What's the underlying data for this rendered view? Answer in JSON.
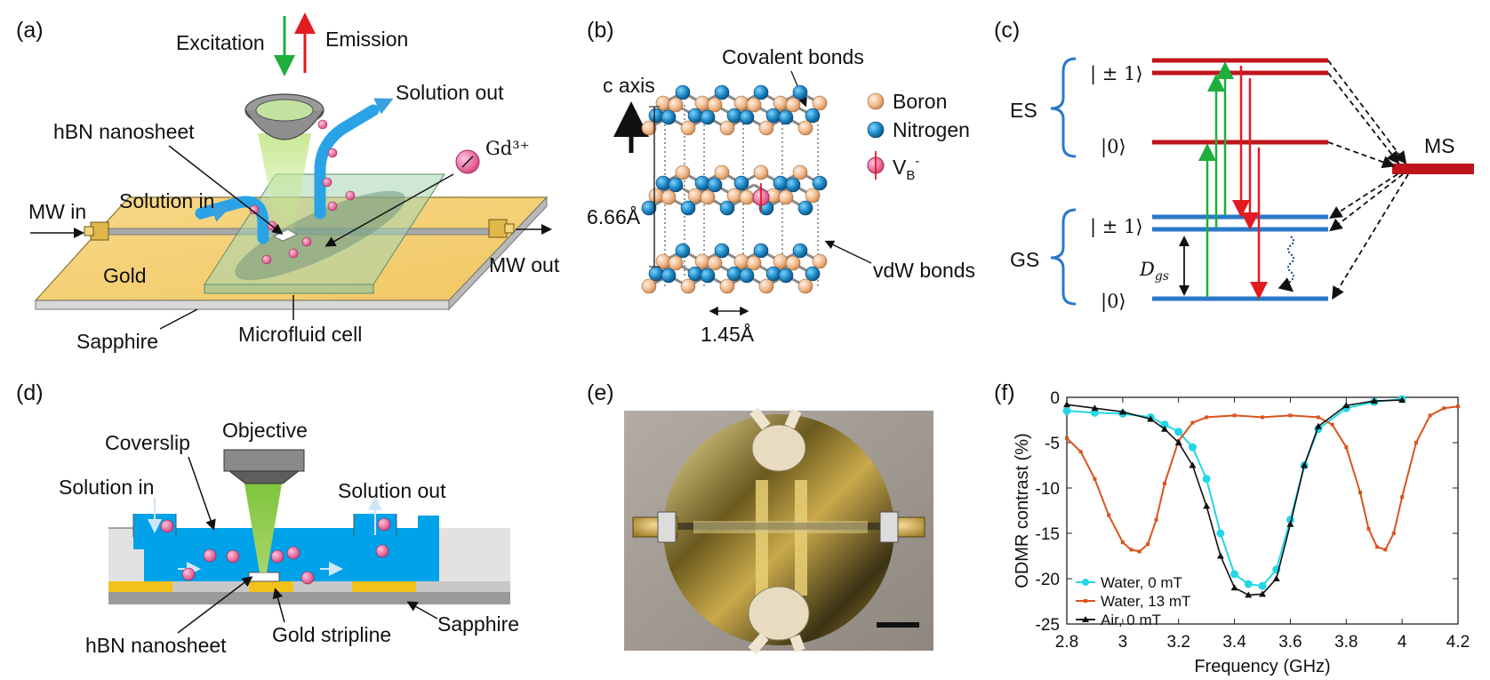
{
  "panels": {
    "a": {
      "label": "(a)",
      "excitation": "Excitation",
      "emission": "Emission",
      "solution_out": "Solution out",
      "hbn_nanosheet": "hBN nanosheet",
      "gd_ion": "Gd³⁺",
      "mw_in": "MW in",
      "solution_in": "Solution in",
      "mw_out": "MW out",
      "gold": "Gold",
      "sapphire": "Sapphire",
      "microfluid_cell": "Microfluid cell"
    },
    "b": {
      "label": "(b)",
      "c_axis": "c axis",
      "covalent_bonds": "Covalent bonds",
      "legend": [
        "Boron",
        "Nitrogen",
        "V"
      ],
      "vb_sup": "-",
      "vb_sub": "B",
      "interlayer": "6.66Å",
      "bond_length": "1.45Å",
      "vdw_bonds": "vdW bonds"
    },
    "c": {
      "label": "(c)",
      "es": "ES",
      "gs": "GS",
      "ms": "MS",
      "pm1": "| ± 1⟩",
      "zero": "|0⟩",
      "dgs": "D",
      "dgs_sub": "gs",
      "colors": {
        "es": "#c0141c",
        "gs": "#2a78c8",
        "green": "#1fae3c",
        "red": "#e21b22"
      }
    },
    "d": {
      "label": "(d)",
      "coverslip": "Coverslip",
      "objective": "Objective",
      "solution_in": "Solution in",
      "solution_out": "Solution out",
      "hbn_nanosheet": "hBN nanosheet",
      "gold_stripline": "Gold stripline",
      "sapphire": "Sapphire"
    },
    "e": {
      "label": "(e)"
    },
    "f": {
      "label": "(f)"
    }
  },
  "chart_data": {
    "type": "line",
    "xlabel": "Frequency (GHz)",
    "ylabel": "ODMR contrast (%)",
    "xlim": [
      2.8,
      4.2
    ],
    "ylim": [
      -25,
      0
    ],
    "xticks": [
      "2.8",
      "3",
      "3.2",
      "3.4",
      "3.6",
      "3.8",
      "4",
      "4.2"
    ],
    "yticks": [
      "0",
      "-5",
      "-10",
      "-15",
      "-20",
      "-25"
    ],
    "legend_placement": "bottom-left",
    "series": [
      {
        "name": "Water, 0 mT",
        "color": "#22d6e6",
        "x": [
          2.8,
          2.9,
          3.0,
          3.1,
          3.15,
          3.2,
          3.25,
          3.3,
          3.35,
          3.4,
          3.45,
          3.5,
          3.55,
          3.6,
          3.65,
          3.7,
          3.8,
          3.9,
          4.0
        ],
        "y": [
          -1.5,
          -1.7,
          -1.8,
          -2.2,
          -3,
          -3.8,
          -5.5,
          -9,
          -15,
          -19.5,
          -20.6,
          -20.8,
          -19,
          -13.5,
          -7.5,
          -3.5,
          -1.2,
          -0.5,
          -0.2
        ]
      },
      {
        "name": "Water, 13 mT",
        "color": "#d9541e",
        "x": [
          2.8,
          2.85,
          2.9,
          2.95,
          3.0,
          3.03,
          3.06,
          3.09,
          3.12,
          3.15,
          3.2,
          3.25,
          3.3,
          3.4,
          3.5,
          3.6,
          3.7,
          3.75,
          3.8,
          3.85,
          3.88,
          3.91,
          3.94,
          3.97,
          4.0,
          4.05,
          4.1,
          4.15,
          4.2
        ],
        "y": [
          -4.5,
          -6,
          -9,
          -13,
          -16,
          -16.8,
          -17,
          -16.2,
          -13.5,
          -9.5,
          -4.8,
          -2.8,
          -2.2,
          -2.0,
          -2.2,
          -2.0,
          -2.2,
          -3,
          -5.5,
          -10.5,
          -14.5,
          -16.5,
          -16.8,
          -15,
          -11,
          -5,
          -2,
          -1.2,
          -1
        ]
      },
      {
        "name": "Air, 0 mT",
        "color": "#111111",
        "x": [
          2.8,
          2.9,
          3.0,
          3.1,
          3.15,
          3.2,
          3.25,
          3.3,
          3.35,
          3.4,
          3.45,
          3.5,
          3.55,
          3.6,
          3.65,
          3.7,
          3.8,
          3.9,
          4.0
        ],
        "y": [
          -0.8,
          -1.2,
          -1.6,
          -2.4,
          -3.5,
          -5,
          -7.5,
          -12,
          -17.5,
          -21,
          -21.8,
          -21.7,
          -20,
          -14,
          -7.5,
          -3.2,
          -0.9,
          -0.4,
          -0.3
        ]
      }
    ]
  }
}
